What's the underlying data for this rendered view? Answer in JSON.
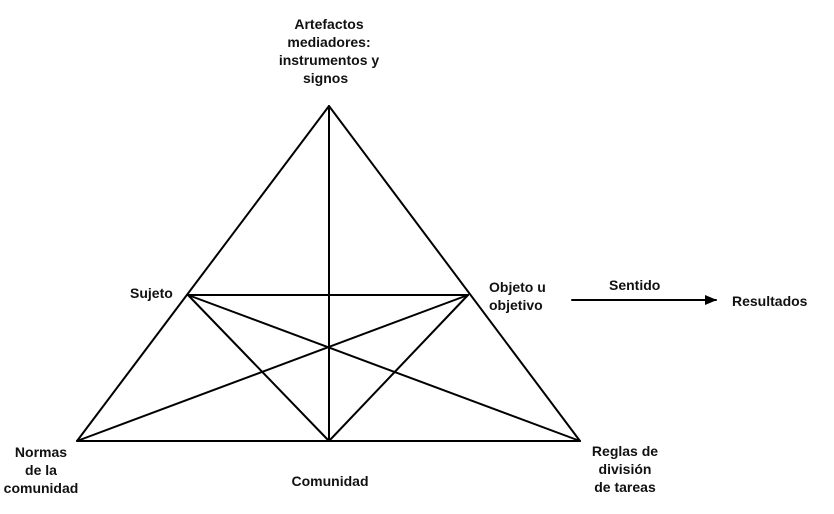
{
  "labels": {
    "artefactos": [
      "Artefactos",
      "mediadores:",
      "instrumentos y",
      "signos"
    ],
    "sujeto": [
      "Sujeto"
    ],
    "objeto": [
      "Objeto u",
      "objetivo"
    ],
    "sentido": [
      "Sentido"
    ],
    "resultados": [
      "Resultados"
    ],
    "normas": [
      "Normas",
      "de la",
      "comunidad"
    ],
    "comunidad": [
      "Comunidad"
    ],
    "reglas": [
      "Reglas de",
      "división",
      "de tareas"
    ]
  },
  "colors": {
    "line": "#000000",
    "text": "#111111"
  }
}
